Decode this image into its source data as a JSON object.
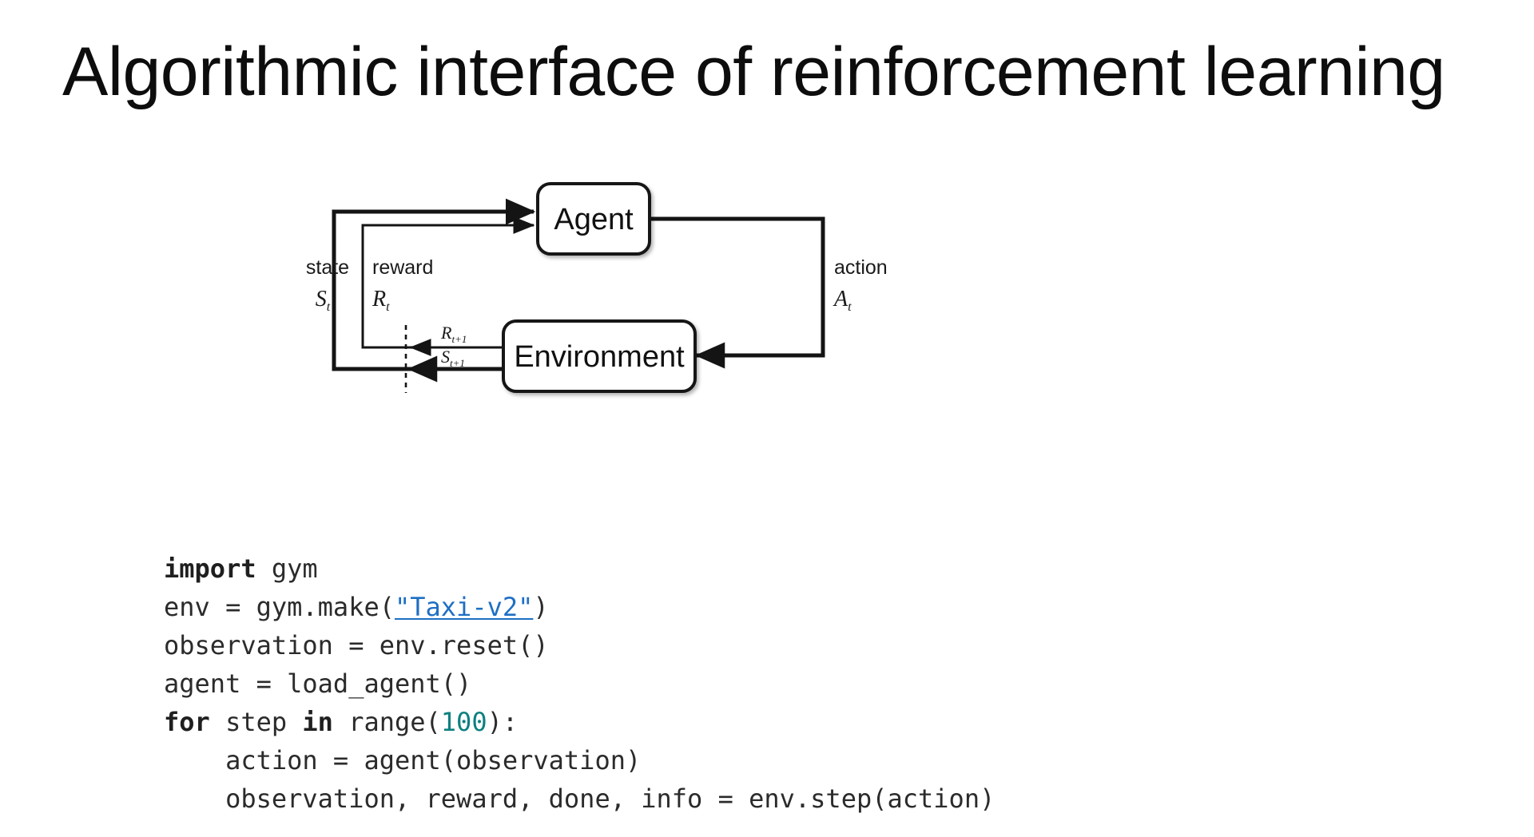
{
  "slide": {
    "title": "Algorithmic interface of reinforcement learning",
    "background_color": "#ffffff",
    "title_color": "#0d0d0d"
  },
  "diagram": {
    "name": "agent-environment-interaction-loop",
    "nodes": {
      "agent": "Agent",
      "environment": "Environment"
    },
    "edge_labels": {
      "state_word": "state",
      "state_symbol": "S",
      "state_symbol_sub": "t",
      "reward_word": "reward",
      "reward_symbol": "R",
      "reward_symbol_sub": "t",
      "action_word": "action",
      "action_symbol": "A",
      "action_symbol_sub": "t",
      "next_reward_symbol": "R",
      "next_reward_sub": "t+1",
      "next_state_symbol": "S",
      "next_state_sub": "t+1"
    },
    "stroke_color": "#141414"
  },
  "code": {
    "language": "python",
    "link_color": "#1f6fc4",
    "number_color": "#0d8080",
    "text_color": "#2b2b2b",
    "lines": [
      {
        "id": "line-1",
        "segments": [
          {
            "text": "import",
            "style": "keyword"
          },
          {
            "text": " gym",
            "style": "plain"
          }
        ]
      },
      {
        "id": "line-2",
        "segments": [
          {
            "text": "env = gym.make(",
            "style": "plain"
          },
          {
            "text": "\"Taxi-v2\"",
            "style": "link"
          },
          {
            "text": ")",
            "style": "plain"
          }
        ]
      },
      {
        "id": "line-3",
        "segments": [
          {
            "text": "observation = env.reset()",
            "style": "plain"
          }
        ]
      },
      {
        "id": "line-4",
        "segments": [
          {
            "text": "agent = load_agent()",
            "style": "plain"
          }
        ]
      },
      {
        "id": "line-5",
        "segments": [
          {
            "text": "for",
            "style": "keyword"
          },
          {
            "text": " step ",
            "style": "plain"
          },
          {
            "text": "in",
            "style": "keyword"
          },
          {
            "text": " range(",
            "style": "plain"
          },
          {
            "text": "100",
            "style": "number"
          },
          {
            "text": "):",
            "style": "plain"
          }
        ]
      },
      {
        "id": "line-6",
        "segments": [
          {
            "text": "    action = agent(observation)",
            "style": "plain"
          }
        ]
      },
      {
        "id": "line-7",
        "segments": [
          {
            "text": "    observation, reward, done, info = env.step(action)",
            "style": "plain"
          }
        ]
      }
    ]
  }
}
